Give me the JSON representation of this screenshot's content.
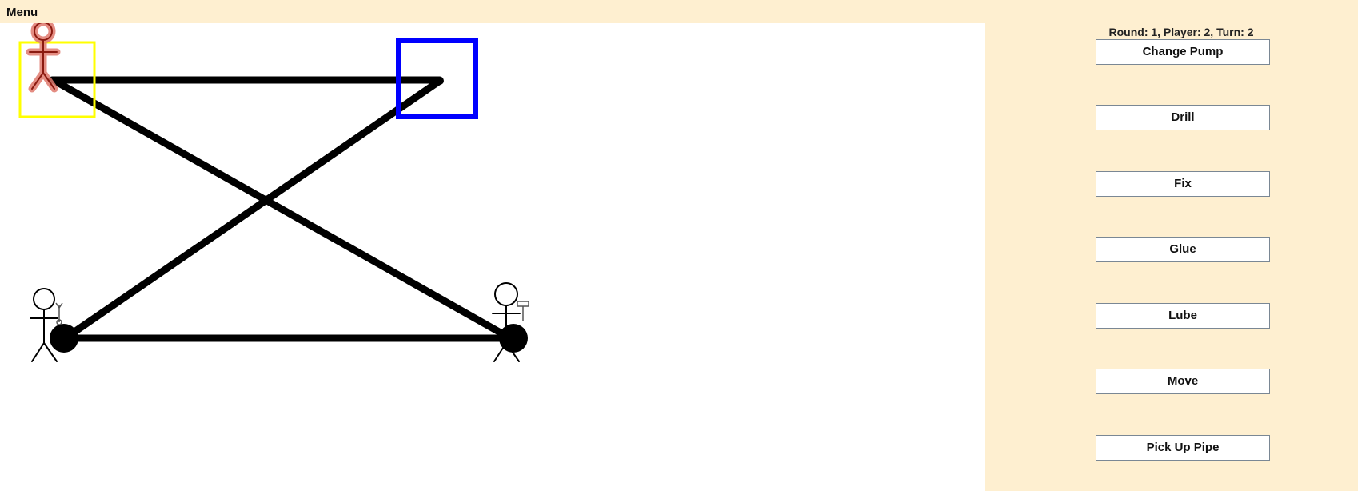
{
  "menu": {
    "label": "Menu"
  },
  "status": {
    "text": "Round: 1, Player: 2, Turn: 2"
  },
  "actions": [
    {
      "label": "Change Pump"
    },
    {
      "label": "Drill"
    },
    {
      "label": "Fix"
    },
    {
      "label": "Glue"
    },
    {
      "label": "Lube"
    },
    {
      "label": "Move"
    },
    {
      "label": "Pick Up Pipe"
    }
  ],
  "colors": {
    "panel_background": "#feefd0",
    "selection_yellow": "#ffff00",
    "selection_blue": "#0000ff",
    "active_player": "#c0392b",
    "pipe": "#000000"
  },
  "board": {
    "nodes": [
      {
        "type": "cistern",
        "selected": "yellow"
      },
      {
        "type": "pump",
        "selected": "blue"
      },
      {
        "type": "pump"
      },
      {
        "type": "pump"
      }
    ],
    "players": [
      {
        "role": "plumber",
        "icon": "active-player-icon",
        "active": true
      },
      {
        "role": "plumber",
        "icon": "wrench-icon",
        "active": false
      },
      {
        "role": "saboteur",
        "icon": "drill-icon",
        "active": false
      }
    ]
  }
}
